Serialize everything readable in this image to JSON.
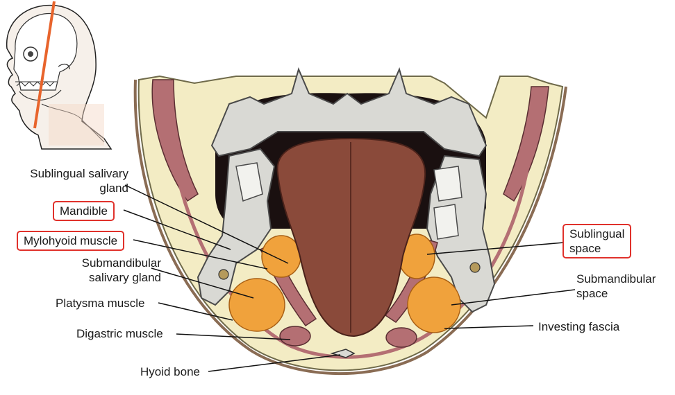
{
  "labels": {
    "sublingual_gland": "Sublingual salivary\ngland",
    "mandible": "Mandible",
    "mylohyoid": "Mylohyoid muscle",
    "submandibular_gland": "Submandibular\nsalivary gland",
    "platysma": "Platysma muscle",
    "digastric": "Digastric muscle",
    "hyoid": "Hyoid bone",
    "sublingual_space": "Sublingual\nspace",
    "submandibular_space": "Submandibular\nspace",
    "investing_fascia": "Investing fascia"
  },
  "colors": {
    "highlight_box": "#e0312b",
    "orientation_line": "#e8642c",
    "tongue": "#8a4a3a",
    "muscle": "#b8777a",
    "gland": "#f0a23c",
    "bone": "#d9d9d4",
    "fat": "#f3ecc4",
    "cavity": "#1a1010"
  }
}
